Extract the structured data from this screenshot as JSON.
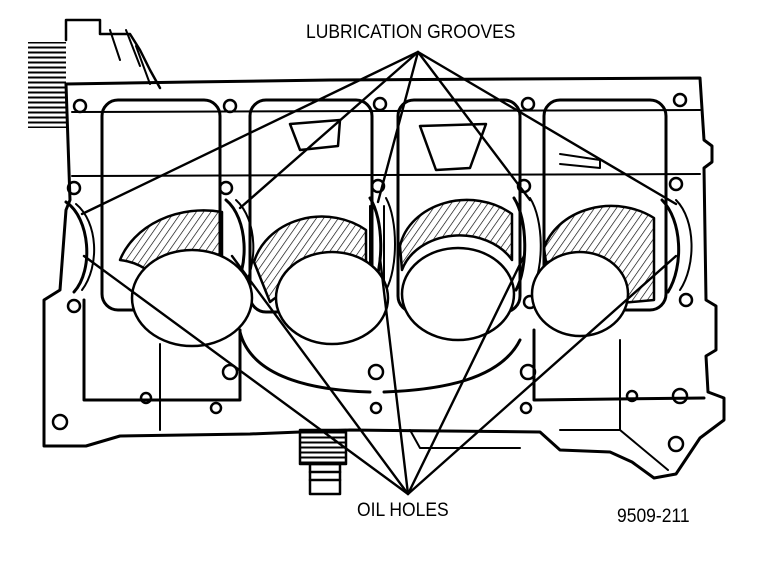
{
  "labels": {
    "lubrication_grooves": "LUBRICATION GROOVES",
    "oil_holes": "OIL HOLES",
    "figure_number": "9509-211"
  },
  "colors": {
    "ink": "#000000",
    "paper": "#ffffff"
  }
}
